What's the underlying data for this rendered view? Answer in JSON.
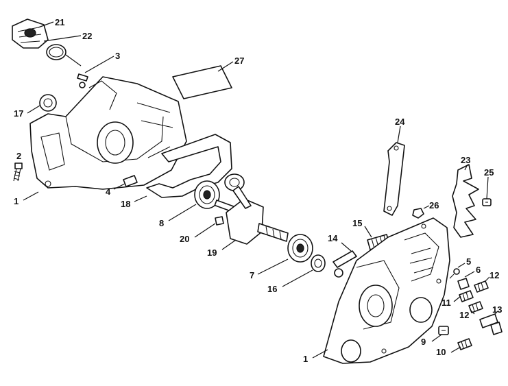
{
  "diagram": {
    "colors": {
      "line": "#111111",
      "fill": "#ffffff",
      "background": "#ffffff"
    },
    "callouts": [
      "21",
      "22",
      "3",
      "27",
      "17",
      "2",
      "1",
      "4",
      "18",
      "8",
      "20",
      "19",
      "7",
      "16",
      "14",
      "15",
      "24",
      "26",
      "23",
      "25",
      "5",
      "6",
      "12",
      "11",
      "12",
      "13",
      "9",
      "10",
      "1"
    ]
  }
}
